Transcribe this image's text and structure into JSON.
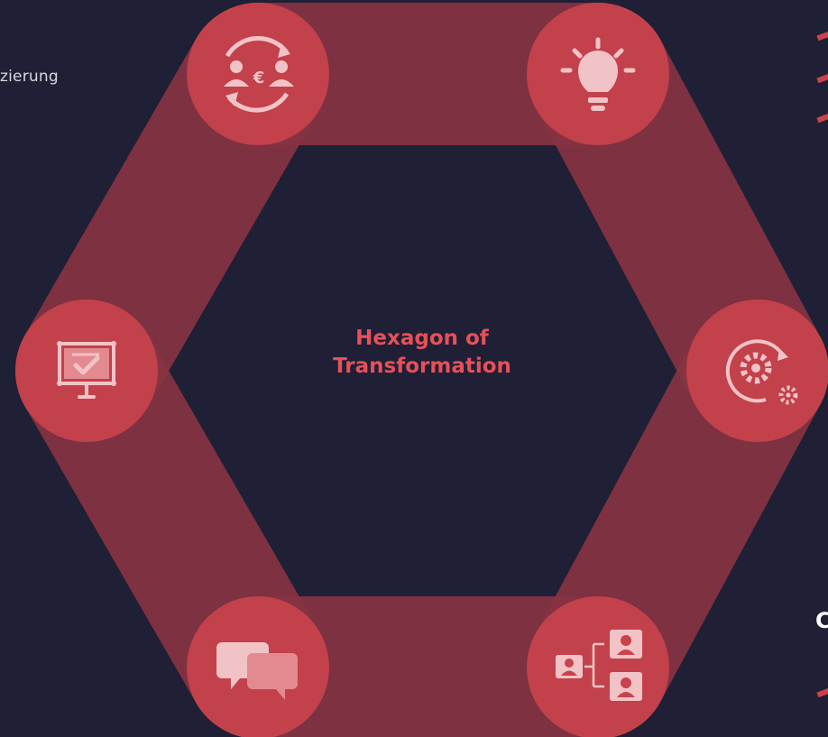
{
  "left_text": "zierung",
  "center_title_line1": "Hexagon of",
  "center_title_line2": "Transformation",
  "right_letter": "C",
  "nodes": [
    {
      "name": "finance-exchange-node",
      "icon": "people-euro-exchange-icon"
    },
    {
      "name": "idea-node",
      "icon": "lightbulb-icon"
    },
    {
      "name": "automation-node",
      "icon": "gears-cycle-icon"
    },
    {
      "name": "org-structure-node",
      "icon": "org-chart-icon"
    },
    {
      "name": "communication-node",
      "icon": "chat-bubbles-icon"
    },
    {
      "name": "presentation-node",
      "icon": "presentation-check-icon"
    }
  ],
  "colors": {
    "background": "#1f1f35",
    "band": "#c9424c",
    "node": "#c9424c",
    "icon": "#f2c3c6",
    "title": "#e6505a"
  }
}
